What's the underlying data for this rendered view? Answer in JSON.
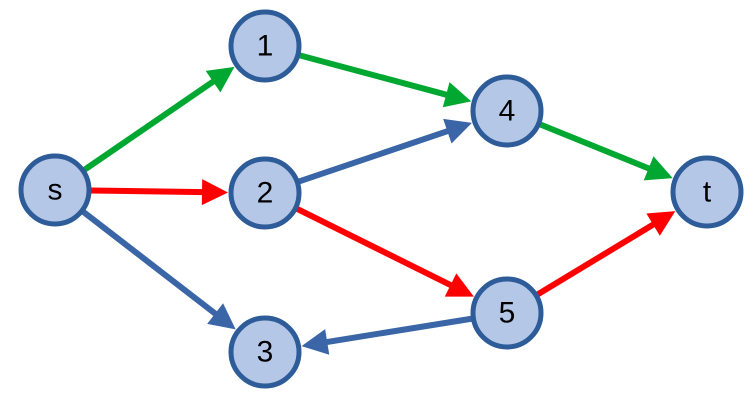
{
  "colors": {
    "node_fill": "#b4c7e7",
    "node_stroke": "#2e5c99",
    "green": "#00a832",
    "red": "#ff0000",
    "blue": "#3a66a7"
  },
  "nodes": [
    {
      "id": "s",
      "label": "s"
    },
    {
      "id": "1",
      "label": "1"
    },
    {
      "id": "2",
      "label": "2"
    },
    {
      "id": "3",
      "label": "3"
    },
    {
      "id": "4",
      "label": "4"
    },
    {
      "id": "5",
      "label": "5"
    },
    {
      "id": "t",
      "label": "t"
    }
  ],
  "edges": [
    {
      "from": "s",
      "to": "1",
      "color": "green"
    },
    {
      "from": "1",
      "to": "4",
      "color": "green"
    },
    {
      "from": "4",
      "to": "t",
      "color": "green"
    },
    {
      "from": "s",
      "to": "2",
      "color": "red"
    },
    {
      "from": "2",
      "to": "5",
      "color": "red"
    },
    {
      "from": "5",
      "to": "t",
      "color": "red"
    },
    {
      "from": "s",
      "to": "3",
      "color": "blue"
    },
    {
      "from": "2",
      "to": "4",
      "color": "blue"
    },
    {
      "from": "5",
      "to": "3",
      "color": "blue"
    }
  ]
}
